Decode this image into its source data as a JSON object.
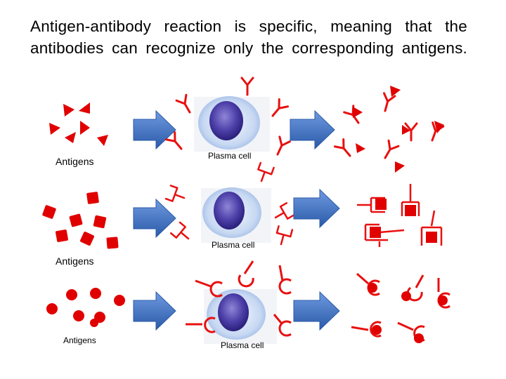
{
  "heading": {
    "line1": "Antigen-antibody  reaction  is  specific,  meaning  that  the",
    "line2": "antibodies can recognize only the corresponding antigens."
  },
  "rows": [
    {
      "antigen_shape": "triangle",
      "antigens_label": "Antigens",
      "cell_label": "Plasma cell"
    },
    {
      "antigen_shape": "square",
      "antigens_label": "Antigens",
      "cell_label": "Plasma cell"
    },
    {
      "antigen_shape": "circle",
      "antigens_label": "Antigens",
      "cell_label": "Plasma cell"
    }
  ],
  "colors": {
    "antigen": "#e00000",
    "antibody": "#e81010",
    "arrow": "#3a72bf",
    "cell_nucleus": "#4c3fa8"
  }
}
